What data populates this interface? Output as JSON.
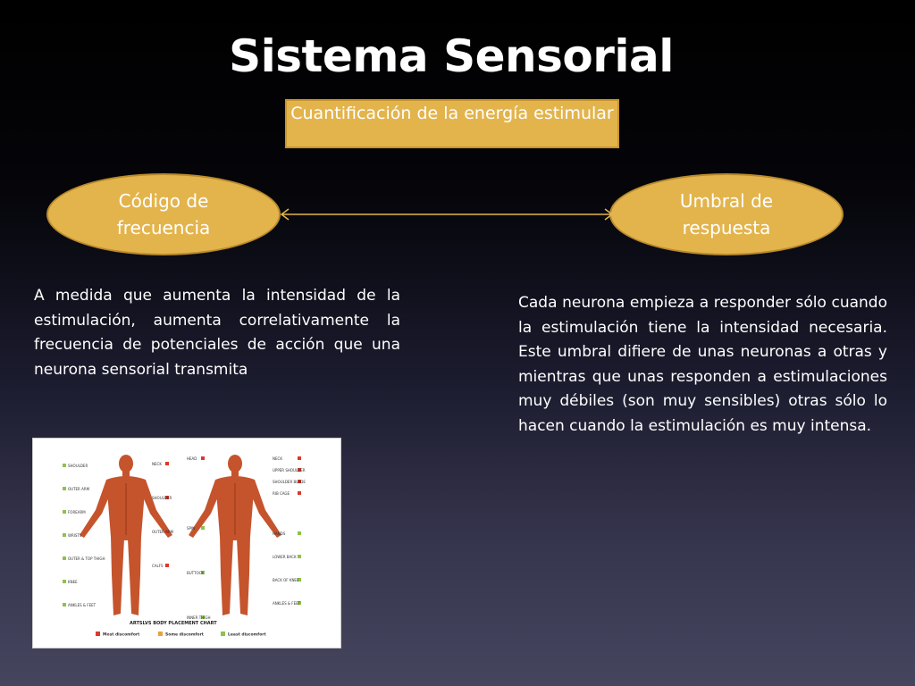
{
  "slide": {
    "title": "Sistema Sensorial",
    "top_box": "Cuantificación de la energía estimular",
    "left_oval": "Código de frecuencia",
    "right_oval": "Umbral de respuesta",
    "left_text": "A medida que aumenta la intensidad de la estimulación, aumenta correlativamente la frecuencia de potenciales de acción que una neurona sensorial transmita",
    "right_text": "Cada neurona empieza a responder sólo cuando la estimulación tiene la intensidad necesaria. Este umbral difiere de unas neuronas a otras y mientras que unas responden a estimulaciones muy débiles (son muy sensibles) otras sólo lo hacen cuando la estimulación es muy intensa."
  },
  "figure": {
    "chart_title": "ARTSLVS BODY PLACEMENT CHART",
    "front_labels": [
      "SHOULDER",
      "OUTER ARM",
      "FOREARM",
      "WRISTS",
      "OUTER & TOP THIGH",
      "KNEE",
      "ANKLES & FEET",
      "NECK",
      "SHOULDER",
      "OUTER ARM",
      "CALFS"
    ],
    "back_labels": [
      "HEAD",
      "NECK",
      "UPPER SHOULDER",
      "SHOULDER BLADE",
      "RIB CAGE",
      "SPIN",
      "BUTTOCK",
      "INNER THIGH",
      "HANDS",
      "LOWER BACK",
      "BACK OF KNEE",
      "ANKLES & FEET"
    ],
    "legend": [
      {
        "label": "Most discomfort",
        "color": "#d93a2b"
      },
      {
        "label": "Some discomfort",
        "color": "#e8a23a"
      },
      {
        "label": "Least discomfort",
        "color": "#8cc34a"
      }
    ]
  },
  "colors": {
    "accent": "#e3b44c",
    "muscle": "#c5542d"
  }
}
